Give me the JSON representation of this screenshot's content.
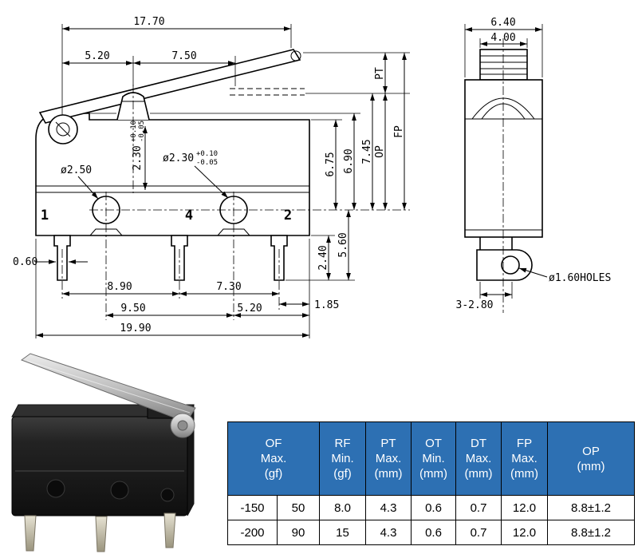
{
  "front_view": {
    "terminals": {
      "t1": "1",
      "t4": "4",
      "t2": "2"
    },
    "dims": {
      "lever_length": "17.70",
      "hinge_to_plunger": "5.20",
      "plunger_to_free": "7.50",
      "pt_label": "PT",
      "op_label": "OP",
      "fp_label": "FP",
      "case_top_to_holes": "6.75",
      "boss_top_to_holes": "6.90",
      "free_pos_to_holes": "7.45",
      "plunger_travel": "2.30",
      "plunger_travel_tol_plus": "+0.10",
      "plunger_travel_tol_minus": "-0.05",
      "hole_left_dia": "ø2.50",
      "hole_right_dia": "ø2.30",
      "hole_right_tol_plus": "+0.10",
      "hole_right_tol_minus": "-0.05",
      "holes_to_pin_tip": "5.60",
      "case_bottom_to_pin_tip": "2.40",
      "pin_width": "0.60",
      "pin1_to_pin4": "8.90",
      "pin4_to_pin2": "7.30",
      "pin2_to_case_edge": "1.85",
      "hole_spacing": "9.50",
      "hole_to_case_edge": "5.20",
      "case_length": "19.90"
    }
  },
  "side_view": {
    "dims": {
      "case_width": "6.40",
      "plunger_width": "4.00",
      "terminal_width": "3-2.80",
      "terminal_hole": "ø1.60HOLES"
    }
  },
  "spec_table": {
    "headers": [
      "OF\nMax.\n(gf)",
      "RF\nMin.\n(gf)",
      "PT\nMax.\n(mm)",
      "OT\nMin.\n(mm)",
      "DT\nMax.\n(mm)",
      "FP\nMax.\n(mm)",
      "OP\n(mm)"
    ],
    "rows": [
      [
        "-150",
        "50",
        "8.0",
        "4.3",
        "0.6",
        "0.7",
        "12.0",
        "8.8±1.2"
      ],
      [
        "-200",
        "90",
        "15",
        "4.3",
        "0.6",
        "0.7",
        "12.0",
        "8.8±1.2"
      ]
    ]
  },
  "colors": {
    "table_header_bg": "#2d70b3",
    "table_header_text": "#ffffff"
  }
}
